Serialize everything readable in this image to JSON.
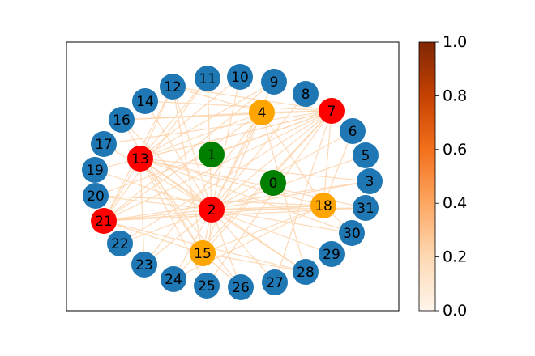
{
  "nodes": [
    {
      "label": "0",
      "color": "#008000"
    },
    {
      "label": "1",
      "color": "#008000"
    },
    {
      "label": "2",
      "color": "#ff0000"
    },
    {
      "label": "3",
      "color": "#1f77b4"
    },
    {
      "label": "4",
      "color": "#ffa500"
    },
    {
      "label": "5",
      "color": "#1f77b4"
    },
    {
      "label": "6",
      "color": "#1f77b4"
    },
    {
      "label": "7",
      "color": "#ff0000"
    },
    {
      "label": "8",
      "color": "#1f77b4"
    },
    {
      "label": "9",
      "color": "#1f77b4"
    },
    {
      "label": "10",
      "color": "#1f77b4"
    },
    {
      "label": "11",
      "color": "#1f77b4"
    },
    {
      "label": "12",
      "color": "#1f77b4"
    },
    {
      "label": "13",
      "color": "#ff0000"
    },
    {
      "label": "14",
      "color": "#1f77b4"
    },
    {
      "label": "15",
      "color": "#ffa500"
    },
    {
      "label": "16",
      "color": "#1f77b4"
    },
    {
      "label": "17",
      "color": "#1f77b4"
    },
    {
      "label": "18",
      "color": "#ffa500"
    },
    {
      "label": "19",
      "color": "#1f77b4"
    },
    {
      "label": "20",
      "color": "#1f77b4"
    },
    {
      "label": "21",
      "color": "#ff0000"
    },
    {
      "label": "22",
      "color": "#1f77b4"
    },
    {
      "label": "23",
      "color": "#1f77b4"
    },
    {
      "label": "24",
      "color": "#1f77b4"
    },
    {
      "label": "25",
      "color": "#1f77b4"
    },
    {
      "label": "26",
      "color": "#1f77b4"
    },
    {
      "label": "27",
      "color": "#1f77b4"
    },
    {
      "label": "28",
      "color": "#1f77b4"
    },
    {
      "label": "29",
      "color": "#1f77b4"
    },
    {
      "label": "30",
      "color": "#1f77b4"
    },
    {
      "label": "31",
      "color": "#1f77b4"
    }
  ],
  "edges": [
    [
      "7",
      "13"
    ],
    [
      "7",
      "2"
    ],
    [
      "7",
      "21"
    ],
    [
      "7",
      "15"
    ],
    [
      "7",
      "1"
    ],
    [
      "7",
      "16"
    ],
    [
      "7",
      "17"
    ],
    [
      "7",
      "19"
    ],
    [
      "7",
      "20"
    ],
    [
      "7",
      "22"
    ],
    [
      "7",
      "24"
    ],
    [
      "7",
      "25"
    ],
    [
      "7",
      "27"
    ],
    [
      "7",
      "14"
    ],
    [
      "7",
      "12"
    ],
    [
      "7",
      "4"
    ],
    [
      "7",
      "18"
    ],
    [
      "13",
      "2"
    ],
    [
      "13",
      "21"
    ],
    [
      "13",
      "4"
    ],
    [
      "13",
      "18"
    ],
    [
      "13",
      "15"
    ],
    [
      "13",
      "11"
    ],
    [
      "13",
      "10"
    ],
    [
      "13",
      "9"
    ],
    [
      "13",
      "25"
    ],
    [
      "13",
      "26"
    ],
    [
      "13",
      "28"
    ],
    [
      "13",
      "30"
    ],
    [
      "13",
      "31"
    ],
    [
      "13",
      "3"
    ],
    [
      "13",
      "23"
    ],
    [
      "13",
      "12"
    ],
    [
      "2",
      "21"
    ],
    [
      "2",
      "4"
    ],
    [
      "2",
      "18"
    ],
    [
      "2",
      "15"
    ],
    [
      "2",
      "31"
    ],
    [
      "2",
      "30"
    ],
    [
      "2",
      "29"
    ],
    [
      "2",
      "28"
    ],
    [
      "2",
      "27"
    ],
    [
      "2",
      "26"
    ],
    [
      "2",
      "25"
    ],
    [
      "2",
      "24"
    ],
    [
      "2",
      "23"
    ],
    [
      "2",
      "22"
    ],
    [
      "2",
      "20"
    ],
    [
      "2",
      "19"
    ],
    [
      "2",
      "17"
    ],
    [
      "2",
      "16"
    ],
    [
      "2",
      "14"
    ],
    [
      "2",
      "12"
    ],
    [
      "2",
      "11"
    ],
    [
      "2",
      "10"
    ],
    [
      "2",
      "9"
    ],
    [
      "2",
      "8"
    ],
    [
      "2",
      "6"
    ],
    [
      "2",
      "5"
    ],
    [
      "2",
      "3"
    ],
    [
      "21",
      "4"
    ],
    [
      "21",
      "18"
    ],
    [
      "21",
      "15"
    ],
    [
      "21",
      "12"
    ],
    [
      "21",
      "9"
    ],
    [
      "21",
      "3"
    ],
    [
      "21",
      "31"
    ],
    [
      "21",
      "28"
    ],
    [
      "21",
      "11"
    ],
    [
      "4",
      "18"
    ],
    [
      "4",
      "15"
    ],
    [
      "4",
      "12"
    ],
    [
      "4",
      "16"
    ],
    [
      "4",
      "28"
    ],
    [
      "4",
      "23"
    ],
    [
      "18",
      "15"
    ],
    [
      "18",
      "20"
    ],
    [
      "18",
      "30"
    ],
    [
      "18",
      "24"
    ],
    [
      "18",
      "6"
    ],
    [
      "15",
      "16"
    ],
    [
      "15",
      "28"
    ],
    [
      "15",
      "12"
    ],
    [
      "15",
      "26"
    ]
  ],
  "colorbar": {
    "ticks": [
      "0.0",
      "0.2",
      "0.4",
      "0.6",
      "0.8",
      "1.0"
    ],
    "colormap": "Oranges",
    "range": [
      0.0,
      1.0
    ]
  },
  "edge_color": "#fdd4ab"
}
